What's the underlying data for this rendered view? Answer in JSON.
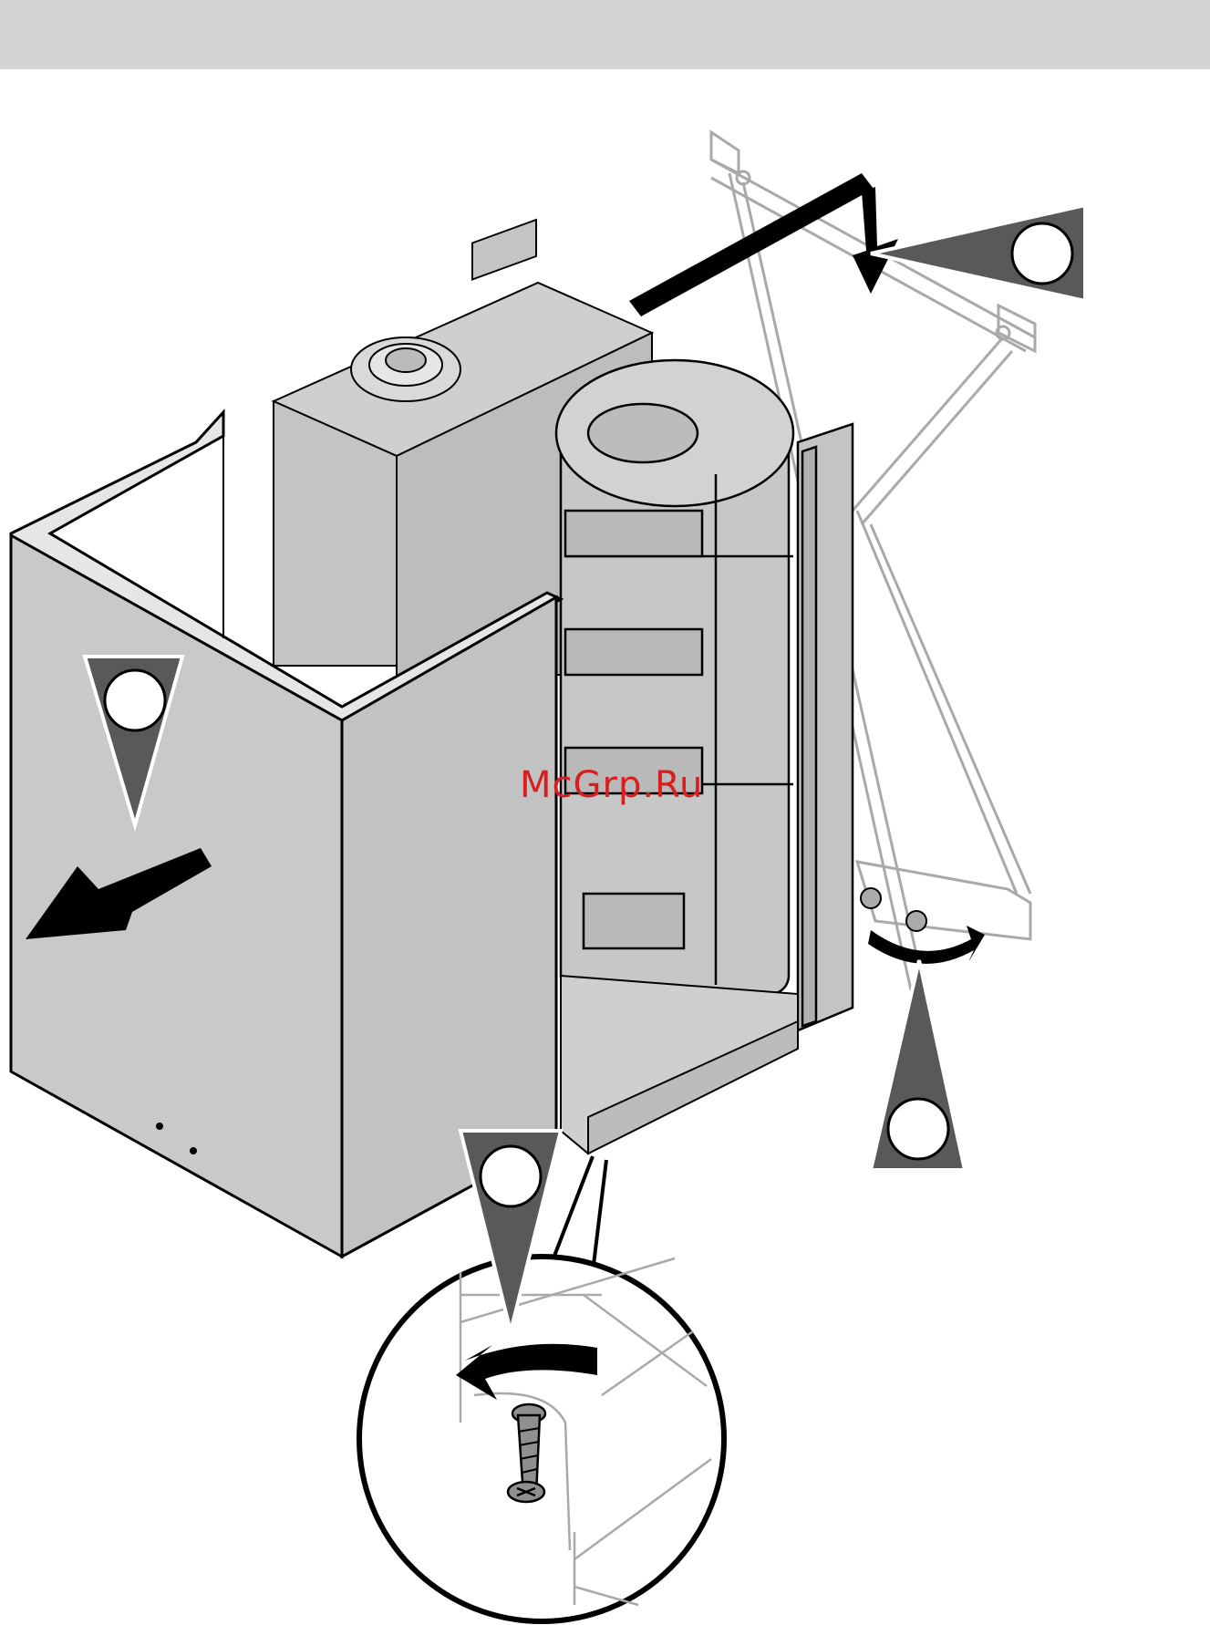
{
  "watermark": {
    "text": "McGrp.Ru"
  },
  "colors": {
    "band": "#d4d4d4",
    "panel": "#c8c8c8",
    "panel_dark": "#b5b5b5",
    "outline": "#000000",
    "bracket": "#a9a9a9",
    "marker": "#595959",
    "arrow": "#000000",
    "watermark": "#d81e1e"
  },
  "step_markers": [
    {
      "id": "step-1-marker",
      "shape": "triangle-down"
    },
    {
      "id": "step-2-marker",
      "shape": "triangle-up"
    },
    {
      "id": "step-3-marker",
      "shape": "triangle-down"
    },
    {
      "id": "step-4-marker",
      "shape": "triangle-left"
    }
  ],
  "icons": [
    "removal-arrow-icon",
    "rotate-arrow-icon",
    "lift-arrow-icon",
    "screw-icon",
    "magnifier-circle-icon"
  ]
}
